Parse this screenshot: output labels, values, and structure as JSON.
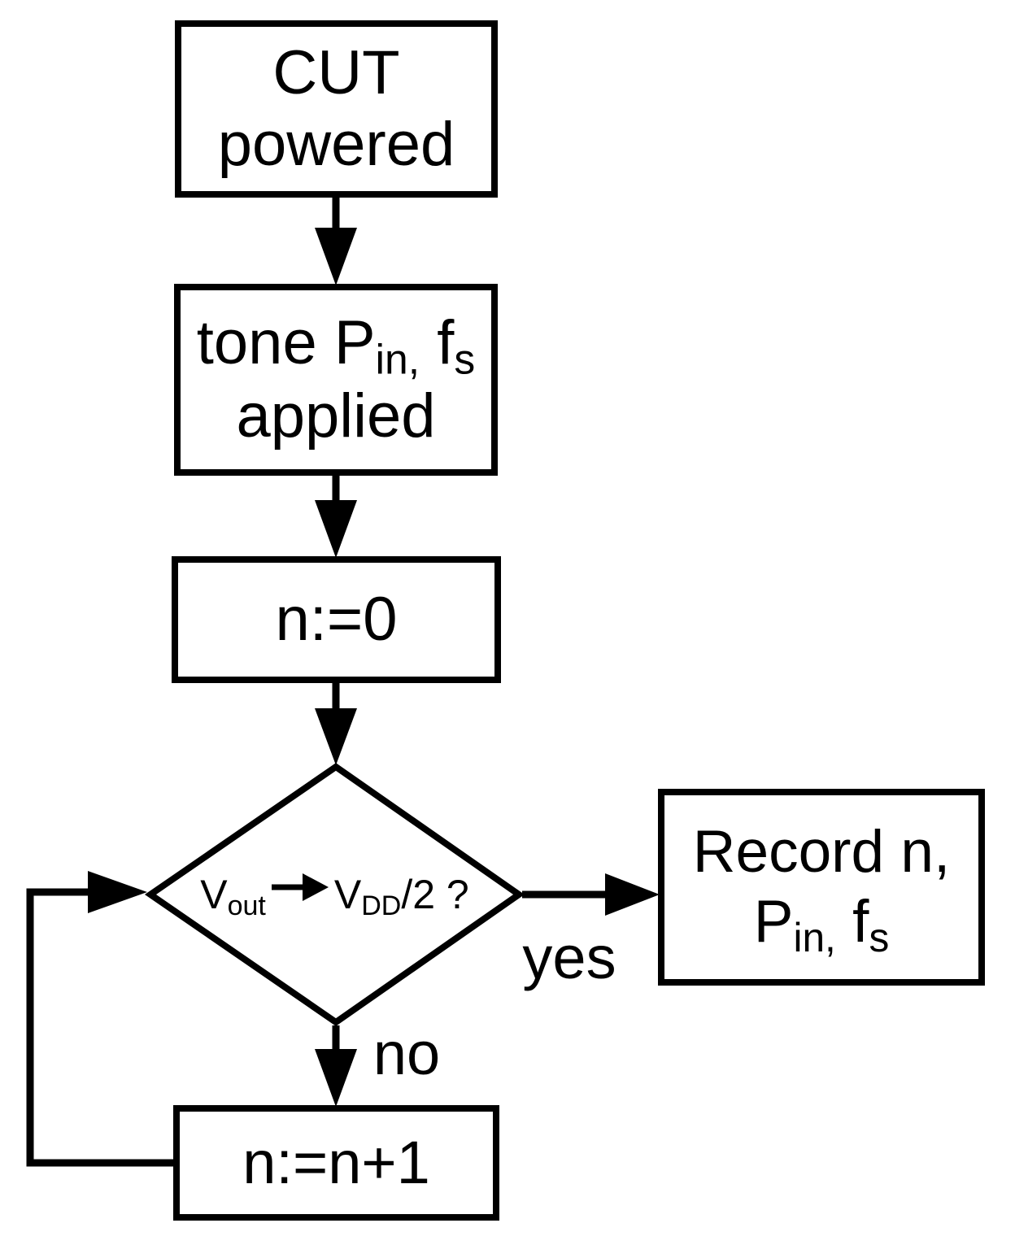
{
  "figure": {
    "type": "flowchart",
    "background_color": "#ffffff",
    "line_color": "#000000"
  },
  "nodes": {
    "cut_powered": {
      "line1": "CUT",
      "line2": "powered"
    },
    "tone_applied": {
      "text1": "tone P",
      "sub1": "in,",
      "text2": " f",
      "sub2": "s",
      "line2": "applied"
    },
    "init_n": {
      "label": "n:=0"
    },
    "decision": {
      "text1": "V",
      "sub1": "out",
      "arrow_icon": "right-arrow",
      "text2": "V",
      "sub2": "DD",
      "text3": "/2 ?"
    },
    "record": {
      "line1": "Record n,",
      "text1": "P",
      "sub1": "in,",
      "text2": " f",
      "sub2": "s"
    },
    "increment_n": {
      "label": "n:=n+1"
    }
  },
  "edge_labels": {
    "yes": "yes",
    "no": "no"
  }
}
